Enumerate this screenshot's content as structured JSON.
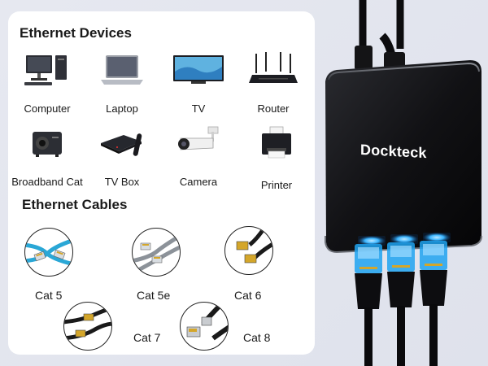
{
  "sections": {
    "devices_title": "Ethernet Devices",
    "cables_title": "Ethernet Cables"
  },
  "devices": [
    {
      "label": "Computer",
      "icon": "computer-icon"
    },
    {
      "label": "Laptop",
      "icon": "laptop-icon"
    },
    {
      "label": "TV",
      "icon": "tv-icon"
    },
    {
      "label": "Router",
      "icon": "router-icon"
    },
    {
      "label": "Broadband Cat",
      "icon": "broadband-cat-icon"
    },
    {
      "label": "TV Box",
      "icon": "tv-box-icon"
    },
    {
      "label": "Camera",
      "icon": "camera-icon"
    },
    {
      "label": "Printer",
      "icon": "printer-icon"
    }
  ],
  "cables": [
    {
      "label": "Cat 5",
      "color": "#2aa7d6"
    },
    {
      "label": "Cat 5e",
      "color": "#8c9299"
    },
    {
      "label": "Cat 6",
      "color": "#1a1a1a"
    },
    {
      "label": "Cat 7",
      "color": "#1a1a1a"
    },
    {
      "label": "Cat 8",
      "color": "#1a1a1a"
    }
  ],
  "product": {
    "brand": "Dockteck"
  },
  "colors": {
    "connector_gold": "#d4a62a",
    "port_glow": "#3ab5ff",
    "device_body": "#111114"
  }
}
